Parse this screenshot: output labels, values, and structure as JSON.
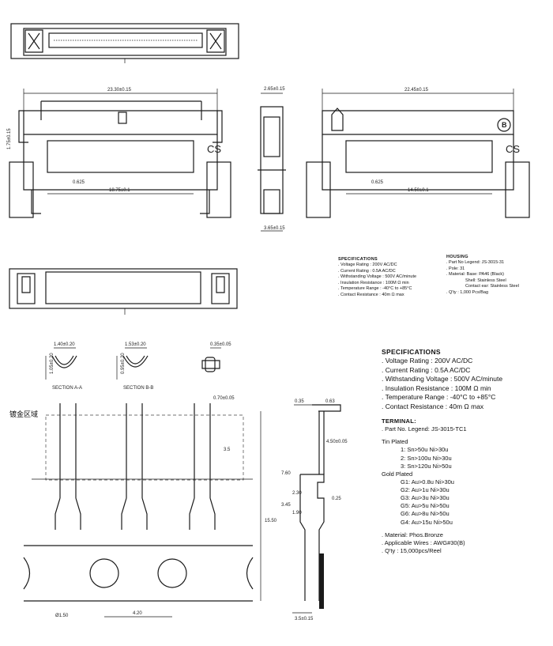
{
  "top_view": {
    "label": ""
  },
  "front_view": {
    "width_dim": "23.30±0.15",
    "height_dim": "1.75±0.15",
    "pitch_dim": "0.625",
    "span_dim": "18.75±0.1",
    "marking": "CS"
  },
  "side_view": {
    "depth_dim": "2.65±0.15",
    "bottom_dim": "3.65±0.15"
  },
  "rear_view": {
    "width_dim": "22.45±0.15",
    "pitch_dim": "0.625",
    "span_dim": "14.50±0.1",
    "marking": "CS",
    "polarity_mark": "B"
  },
  "small_specs": {
    "title": "SPECIFICATIONS",
    "lines": [
      ". Voltage Rating : 200V AC/DC",
      ". Current Rating : 0.5A AC/DC",
      ". Withstanding Voltage : 500V AC/minute",
      ". Insulation Resistance : 100M Ω min",
      ". Temperature Range : -40°C to +85°C",
      ". Contact Resistance : 40m Ω max"
    ]
  },
  "housing": {
    "title": "HOUSING",
    "lines": [
      ". Part No Legend: JS-3015-31",
      ". Pole: 31",
      ". Material: Base: PA46 (Black)",
      "Shell: Stainless Steel",
      "Contact ear: Stainless Steel",
      ". Q'ty : 1,000 Pcs/Bag"
    ]
  },
  "sections": {
    "a_width": "1.40±0.20",
    "a_height": "1.05±0.20",
    "a_label": "SECTION A-A",
    "b_width": "1.53±0.20",
    "b_height": "0.95±0.20",
    "b_label": "SECTION B-B",
    "c_width": "0.35±0.05"
  },
  "plating_note": "镀金区域",
  "terminal_dims": {
    "top_width": "0.70±0.05",
    "zone_len": "3.5",
    "pitch": "4.20",
    "hole": "Ø1.50",
    "total_len": "15.50",
    "side_top": "0.35",
    "side_top2": "0.63",
    "side_len": "4.50±0.05",
    "side_total": "7.60",
    "side_a": "2.30",
    "side_b": "3.45",
    "side_c": "1.90",
    "side_d": "0.25",
    "side_bottom": "3.5±0.15"
  },
  "big_specs": {
    "title": "SPECIFICATIONS",
    "lines": [
      ". Voltage Rating : 200V AC/DC",
      ". Current Rating : 0.5A AC/DC",
      ". Withstanding Voltage : 500V AC/minute",
      ". Insulation Resistance : 100M Ω min",
      ". Temperature Range : -40°C to +85°C",
      ". Contact Resistance : 40m Ω max"
    ]
  },
  "terminal": {
    "title": "TERMINAL:",
    "part_legend": ". Part No. Legend: JS-3015-TC1",
    "tin_label": "Tin Plated",
    "gold_label": "Gold Plated",
    "options": [
      "1: Sn>50u Ni>30u",
      "2: Sn>100u Ni>30u",
      "3: Sn>120u Ni>50u",
      "G1: Au>0.8u Ni>30u",
      "G2: Au>1u Ni>30u",
      "G3: Au>3u Ni>30u",
      "G5: Au>5u Ni>50u",
      "G6: Au>8u Ni>50u",
      "G4: Au>15u Ni>50u"
    ],
    "material": ". Material: Phos.Bronze",
    "wires": ". Applicable Wires : AWG#30(B)",
    "qty": ". Q'ty : 15,000pcs/Reel"
  }
}
